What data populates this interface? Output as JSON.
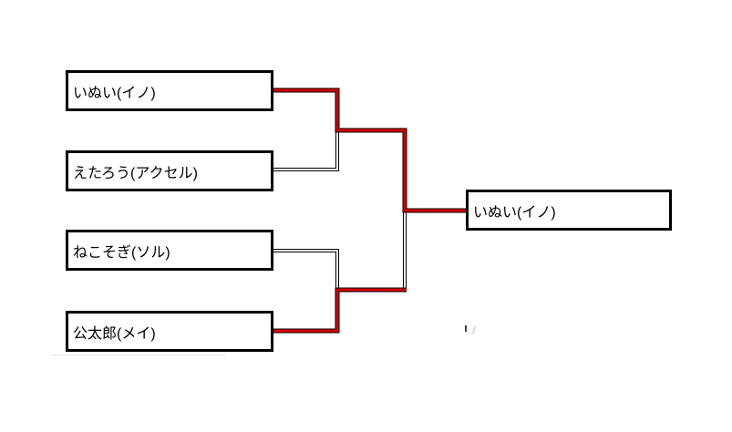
{
  "colors": {
    "background": "#ffffff",
    "box_border": "#000000",
    "line_outline": "#000000",
    "loser_line_core": "#ffffff",
    "winner_path_red": "#d40000",
    "text": "#000000"
  },
  "bracket": {
    "entrants": [
      {
        "name": "いぬい(イノ)"
      },
      {
        "name": "えたろう(アクセル)"
      },
      {
        "name": "ねこそぎ(ソル)"
      },
      {
        "name": "公太郎(メイ)"
      }
    ],
    "matches": [
      {
        "round": 1,
        "players": [
          "いぬい(イノ)",
          "えたろう(アクセル)"
        ],
        "winner": "いぬい(イノ)"
      },
      {
        "round": 1,
        "players": [
          "ねこそぎ(ソル)",
          "公太郎(メイ)"
        ],
        "winner": "公太郎(メイ)"
      },
      {
        "round": 2,
        "players": [
          "いぬい(イノ)",
          "公太郎(メイ)"
        ],
        "winner": "いぬい(イノ)"
      }
    ],
    "champion": "いぬい(イノ)"
  }
}
